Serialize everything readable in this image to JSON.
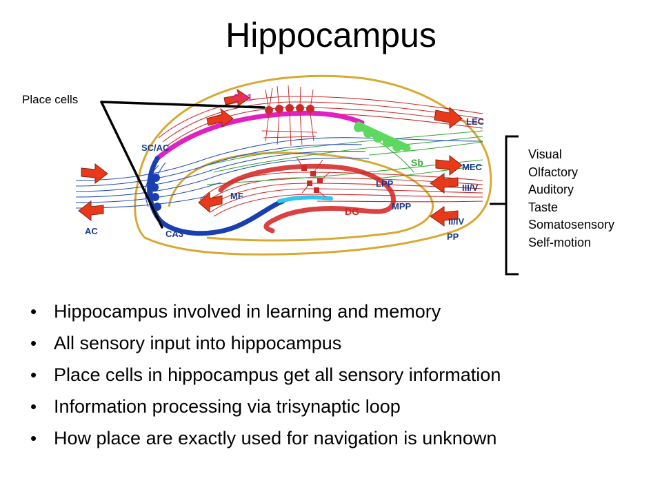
{
  "title": "Hippocampus",
  "callout_label": "Place cells",
  "region_labels": {
    "ca1": "CA1",
    "sc_ac": "SC/AC",
    "ca3": "CA3",
    "ac": "AC",
    "mf": "MF",
    "dg": "DG",
    "lpp": "LPP",
    "mpp": "MPP",
    "sb": "Sb",
    "lec": "LEC",
    "mec": "MEC",
    "iii_v": "III/V",
    "ii_iv": "II/IV",
    "pp": "PP"
  },
  "sensory_inputs": [
    "Visual",
    "Olfactory",
    "Auditory",
    "Taste",
    "Somatosensory",
    "Self-motion"
  ],
  "bullets": [
    "Hippocampus involved in learning and memory",
    "All sensory input into hippocampus",
    "Place cells in hippocampus get all sensory information",
    "Information processing via trisynaptic loop",
    "How place are exactly used for navigation is unknown"
  ],
  "colors": {
    "outline": "#d9a830",
    "ca1": "#e020c0",
    "ca3": "#1a3fb0",
    "dg": "#d42020",
    "dg_light": "#30c8f0",
    "subiculum": "#5ed85e",
    "fibers_red": "#cc2a2a",
    "fibers_blue": "#2a50c0",
    "fibers_green": "#3aa83a",
    "arrow": "#e83a1a",
    "label_blue": "#1a3a8a"
  }
}
